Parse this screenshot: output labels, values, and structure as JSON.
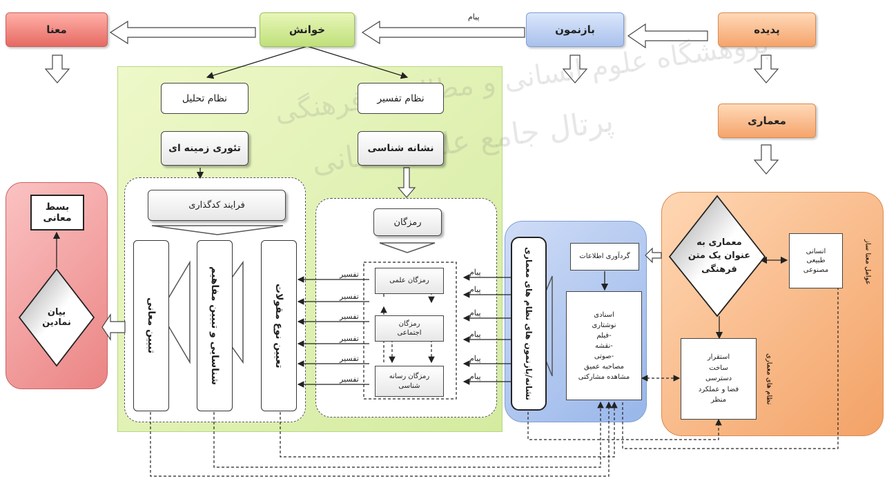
{
  "top": {
    "mana": "معنا",
    "khanesh": "خوانش",
    "baznemun": "بازنمون",
    "padideh": "پدیده",
    "payam_top": "پیام",
    "memari": "معماری"
  },
  "reading": {
    "nezam_tahlil": "نظام تحلیل",
    "nezam_tafsir": "نظام تفسیر",
    "theory": "تئوری زمینه ای",
    "semiotics": "نشانه شناسی",
    "coding": "فرایند کدگذاری",
    "ramzegan": "رمزگان",
    "col_tabyin": "تبیین معانی",
    "col_shenasaei": "شناسایی و تبیین مفاهیم",
    "col_taeein": "تعیین نوع مقولات",
    "codes": [
      "رمزگان علمی",
      "رمزگان اجتماعی",
      "رمزگان رسانه شناسی"
    ],
    "tafsir_labels": [
      "تفسیر",
      "تفسیر",
      "تفسیر",
      "تفسیر",
      "تفسیر",
      "تفسیر"
    ]
  },
  "left": {
    "bast": "بسط معانی",
    "bayan": "بیان نمادین"
  },
  "blue": {
    "vertical": "نشانه‌/بازنمون های نظام های معماری",
    "collect": "گردآوری اطلاعات",
    "methods": [
      "اسنادی",
      "نوشتاری",
      "-فیلم",
      "-نقشه",
      "-صوتی",
      "مصاحبه عمیق",
      "مشاهده مشارکتی"
    ],
    "payam_labels": [
      "پیام",
      "پیام",
      "پیام",
      "پیام",
      "پیام",
      "پیام"
    ]
  },
  "orange": {
    "diamond": "معماری به عنوان یک متن فرهنگی",
    "factors_title": "عوامل معنا ساز",
    "factors": "انسانی طبیعی مصنوعی",
    "systems_title": "نظام های معماری",
    "systems": [
      "استقرار",
      "ساخت",
      "دسترسی",
      "فضا و عملکرد",
      "منظر"
    ]
  },
  "watermark": {
    "line1": "پژوهشگاه علوم انسانی و مطالعات فرهنگی",
    "line2": "پرتال جامع علوم انسانی"
  },
  "colors": {
    "green_region": "#d9efa9",
    "blue_region": "#a9c4ee",
    "orange_region": "#f7b97f",
    "red_region": "#f3a5a5"
  }
}
